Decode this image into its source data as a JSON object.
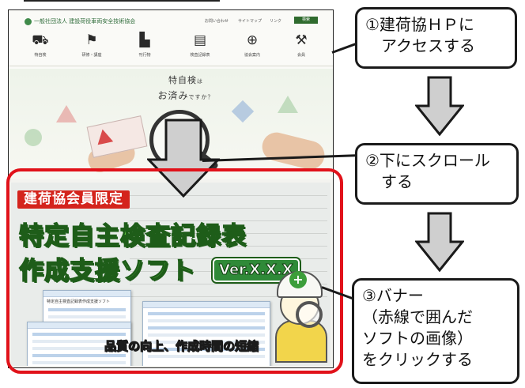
{
  "site": {
    "logo_text": "一般社団法人 建設荷役車両安全技術協会",
    "top_links": [
      "お問い合わせ",
      "サイトマップ",
      "リンク"
    ],
    "search_label": "検索",
    "nav": [
      {
        "icon": "forklift-icon",
        "glyph": "⛟",
        "label": "特自検"
      },
      {
        "icon": "seminar-icon",
        "glyph": "⚑",
        "label": "研修・講座"
      },
      {
        "icon": "publication-icon",
        "glyph": "▙",
        "label": "刊行物"
      },
      {
        "icon": "book-icon",
        "glyph": "▤",
        "label": "検査記録表"
      },
      {
        "icon": "cross-icon",
        "glyph": "⊕",
        "label": "協会案内"
      },
      {
        "icon": "crane-icon",
        "glyph": "⚒",
        "label": "会員"
      }
    ],
    "hero": {
      "line1": "特自検",
      "line1_small": "は",
      "line2": "お済み",
      "line2_small": "ですか？"
    }
  },
  "banner": {
    "members_badge": "建荷協会員限定",
    "title_line1": "特定自主検査記録表",
    "title_line2": "作成支援ソフト",
    "version": "Ver.X.X.X",
    "win1_title": "特定自主検査記録表作成支援ソフト",
    "caption": "品質の向上、作成時間の短縮"
  },
  "steps": [
    {
      "text": "①建荷協ＨＰに\n　アクセスする"
    },
    {
      "text": "②下にスクロール\n　する"
    },
    {
      "text": "③バナー\n（赤線で囲んだ\nソフトの画像）\nをクリックする"
    }
  ],
  "colors": {
    "highlight": "#e1121a",
    "title_green": "#6dd64a",
    "badge_red": "#d4241c",
    "arrow_gray": "#cfcfcf"
  }
}
